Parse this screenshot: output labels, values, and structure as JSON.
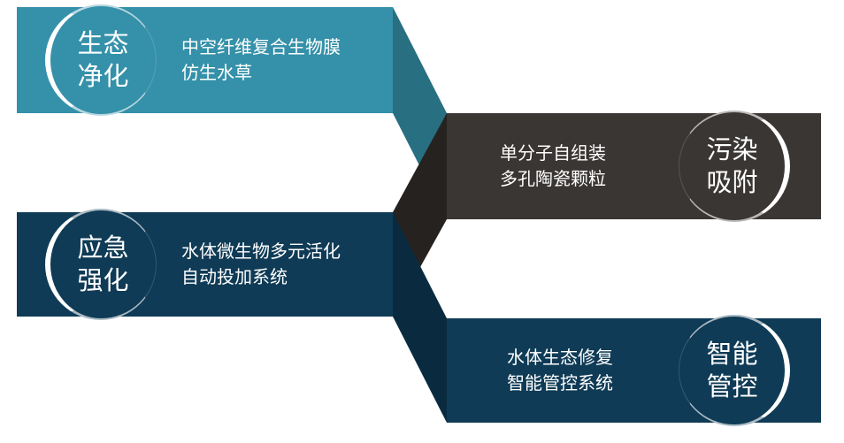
{
  "blocks": [
    {
      "id": "eco-purification",
      "badge": [
        "生态",
        "净化"
      ],
      "lines": [
        "中空纤维复合生物膜",
        "仿生水草"
      ],
      "color": "#3591a9"
    },
    {
      "id": "pollution-adsorption",
      "badge": [
        "污染",
        "吸附"
      ],
      "lines": [
        "单分子自组装",
        "多孔陶瓷颗粒"
      ],
      "color": "#3a3634"
    },
    {
      "id": "emergency-enhancement",
      "badge": [
        "应急",
        "强化"
      ],
      "lines": [
        "水体微生物多元活化",
        "自动投加系统"
      ],
      "color": "#0f3b56"
    },
    {
      "id": "smart-control",
      "badge": [
        "智能",
        "管控"
      ],
      "lines": [
        "水体生态修复",
        "智能管控系统"
      ],
      "color": "#0f3b56"
    }
  ],
  "connector_colors": {
    "teal_dark": "#286f82",
    "dark": "#262220",
    "navy_dark": "#0a2b3f"
  }
}
